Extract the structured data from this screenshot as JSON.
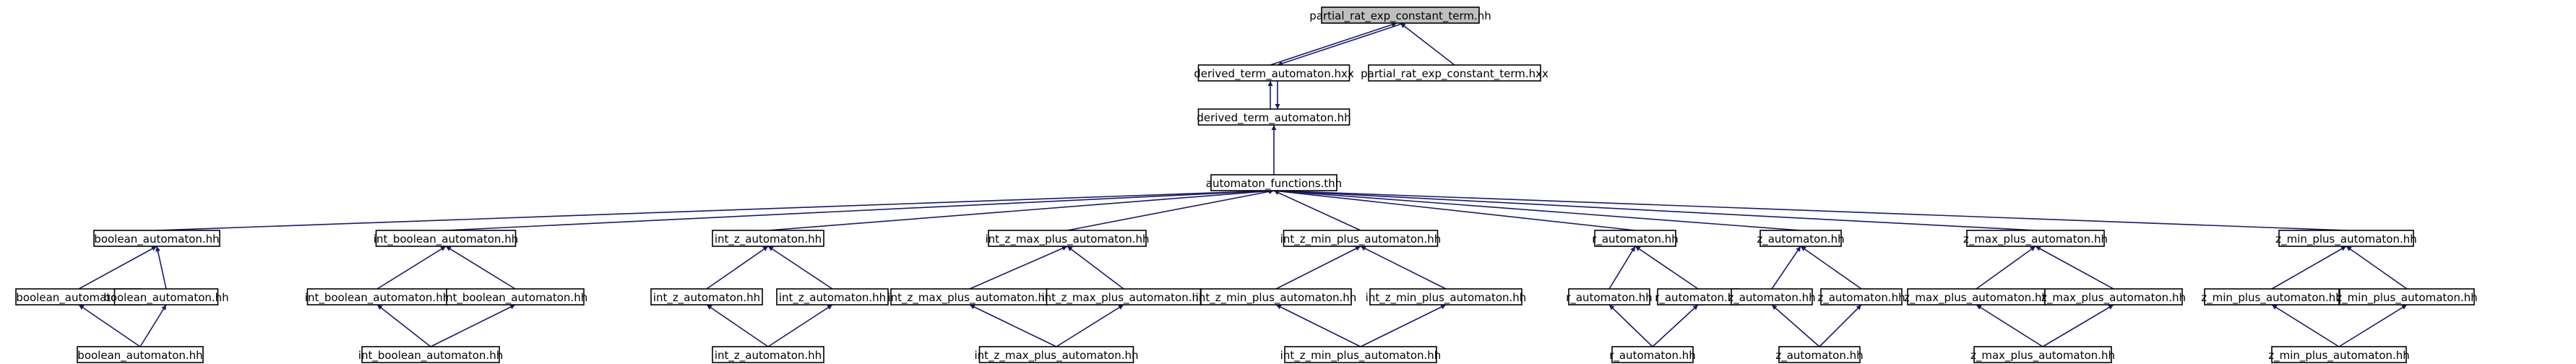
{
  "diagram": {
    "edge_color": "#191970",
    "node_fill": "#ffffff",
    "root_fill": "#bfbfbf",
    "nodes": [
      {
        "id": "n0",
        "label": "partial_rat_exp_constant_term.hh",
        "root": true
      },
      {
        "id": "n1",
        "label": "derived_term_automaton.hxx"
      },
      {
        "id": "n2",
        "label": "partial_rat_exp_constant_term.hxx"
      },
      {
        "id": "n3",
        "label": "derived_term_automaton.hh"
      },
      {
        "id": "n4",
        "label": "automaton_functions.thh"
      },
      {
        "id": "g1",
        "label": "boolean_automaton.hh"
      },
      {
        "id": "g1a",
        "label": "boolean_automaton.hh"
      },
      {
        "id": "g1b",
        "label": "boolean_automaton.hh"
      },
      {
        "id": "g1c",
        "label": "boolean_automaton.hh"
      },
      {
        "id": "g2",
        "label": "int_boolean_automaton.hh"
      },
      {
        "id": "g2a",
        "label": "int_boolean_automaton.hh"
      },
      {
        "id": "g2b",
        "label": "int_boolean_automaton.hh"
      },
      {
        "id": "g2c",
        "label": "int_boolean_automaton.hh"
      },
      {
        "id": "g3",
        "label": "int_z_automaton.hh"
      },
      {
        "id": "g3a",
        "label": "int_z_automaton.hh"
      },
      {
        "id": "g3b",
        "label": "int_z_automaton.hh"
      },
      {
        "id": "g3c",
        "label": "int_z_automaton.hh"
      },
      {
        "id": "g4",
        "label": "int_z_max_plus_automaton.hh"
      },
      {
        "id": "g4a",
        "label": "int_z_max_plus_automaton.hh"
      },
      {
        "id": "g4b",
        "label": "int_z_max_plus_automaton.hh"
      },
      {
        "id": "g4c",
        "label": "int_z_max_plus_automaton.hh"
      },
      {
        "id": "g5",
        "label": "int_z_min_plus_automaton.hh"
      },
      {
        "id": "g5a",
        "label": "int_z_min_plus_automaton.hh"
      },
      {
        "id": "g5b",
        "label": "int_z_min_plus_automaton.hh"
      },
      {
        "id": "g5c",
        "label": "int_z_min_plus_automaton.hh"
      },
      {
        "id": "g6",
        "label": "r_automaton.hh"
      },
      {
        "id": "g6a",
        "label": "r_automaton.hh"
      },
      {
        "id": "g6b",
        "label": "r_automaton.hh"
      },
      {
        "id": "g6c",
        "label": "r_automaton.hh"
      },
      {
        "id": "g7",
        "label": "z_automaton.hh"
      },
      {
        "id": "g7a",
        "label": "z_automaton.hh"
      },
      {
        "id": "g7b",
        "label": "z_automaton.hh"
      },
      {
        "id": "g7c",
        "label": "z_automaton.hh"
      },
      {
        "id": "g8",
        "label": "z_max_plus_automaton.hh"
      },
      {
        "id": "g8a",
        "label": "z_max_plus_automaton.hh"
      },
      {
        "id": "g8b",
        "label": "z_max_plus_automaton.hh"
      },
      {
        "id": "g8c",
        "label": "z_max_plus_automaton.hh"
      },
      {
        "id": "g9",
        "label": "z_min_plus_automaton.hh"
      },
      {
        "id": "g9a",
        "label": "z_min_plus_automaton.hh"
      },
      {
        "id": "g9b",
        "label": "z_min_plus_automaton.hh"
      },
      {
        "id": "g9c",
        "label": "z_min_plus_automaton.hh"
      }
    ],
    "edges": [
      [
        "n1",
        "n0"
      ],
      [
        "n2",
        "n0"
      ],
      [
        "n0",
        "n1"
      ],
      [
        "n3",
        "n1"
      ],
      [
        "n1",
        "n3"
      ],
      [
        "n4",
        "n3"
      ],
      [
        "g1",
        "n4"
      ],
      [
        "g2",
        "n4"
      ],
      [
        "g3",
        "n4"
      ],
      [
        "g4",
        "n4"
      ],
      [
        "g5",
        "n4"
      ],
      [
        "g6",
        "n4"
      ],
      [
        "g7",
        "n4"
      ],
      [
        "g8",
        "n4"
      ],
      [
        "g9",
        "n4"
      ],
      [
        "g1a",
        "g1"
      ],
      [
        "g1b",
        "g1"
      ],
      [
        "g1c",
        "g1a"
      ],
      [
        "g1c",
        "g1b"
      ],
      [
        "g2a",
        "g2"
      ],
      [
        "g2b",
        "g2"
      ],
      [
        "g2c",
        "g2a"
      ],
      [
        "g2c",
        "g2b"
      ],
      [
        "g3a",
        "g3"
      ],
      [
        "g3b",
        "g3"
      ],
      [
        "g3c",
        "g3a"
      ],
      [
        "g3c",
        "g3b"
      ],
      [
        "g4a",
        "g4"
      ],
      [
        "g4b",
        "g4"
      ],
      [
        "g4c",
        "g4a"
      ],
      [
        "g4c",
        "g4b"
      ],
      [
        "g5a",
        "g5"
      ],
      [
        "g5b",
        "g5"
      ],
      [
        "g5c",
        "g5a"
      ],
      [
        "g5c",
        "g5b"
      ],
      [
        "g6a",
        "g6"
      ],
      [
        "g6b",
        "g6"
      ],
      [
        "g6c",
        "g6a"
      ],
      [
        "g6c",
        "g6b"
      ],
      [
        "g7a",
        "g7"
      ],
      [
        "g7b",
        "g7"
      ],
      [
        "g7c",
        "g7a"
      ],
      [
        "g7c",
        "g7b"
      ],
      [
        "g8a",
        "g8"
      ],
      [
        "g8b",
        "g8"
      ],
      [
        "g8c",
        "g8a"
      ],
      [
        "g8c",
        "g8b"
      ],
      [
        "g9a",
        "g9"
      ],
      [
        "g9b",
        "g9"
      ],
      [
        "g9c",
        "g9a"
      ],
      [
        "g9c",
        "g9b"
      ]
    ]
  }
}
